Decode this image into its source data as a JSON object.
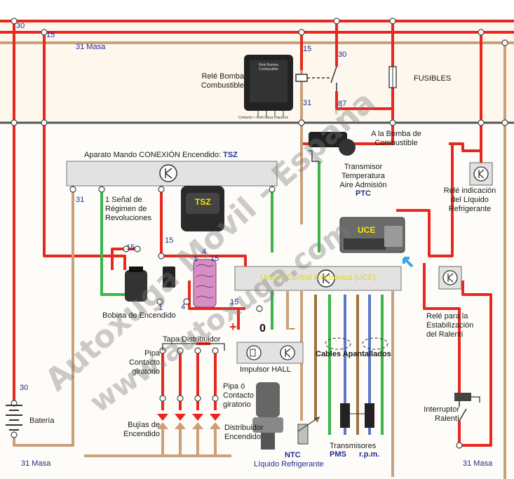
{
  "lines": {
    "l30_top": "30",
    "l15_top": "15",
    "masa_top": "31 Masa",
    "masa_bottom_left": "31 Masa",
    "masa_bottom_right": "31  Masa",
    "bat30": "30"
  },
  "relay_pump": {
    "label": "Relé Bomba\nCombustible",
    "t15": "15",
    "t31": "31",
    "t30": "30",
    "t87": "87",
    "box_text": "Relé Bomba Combustible",
    "pins": "Contacto +  Relé  Masa  Impulsos"
  },
  "fuses": "FUSIBLES",
  "pump": "A la Bomba de\nCombustible",
  "tsz": {
    "title": "Aparato Mando CONEXIÓN Encendido:",
    "name": "TSZ",
    "t31": "31",
    "signal": "1 Señal de\nRégimen de\nRevoluciones",
    "badge": "TSZ"
  },
  "ptc": {
    "label": "Transmisor\nTemperatura\nAire Admisión",
    "name": "PTC"
  },
  "relay_coolant": "Relé indicación\ndel Líquido\nRefrigerante",
  "uce": {
    "badge": "UCE",
    "bar_label": "Unidad Central Electrónica (UCE)"
  },
  "coil": {
    "label": "Bobina de Encendido",
    "t15a": "15",
    "t15b": "15",
    "t1a": "1",
    "t4a": "4",
    "t1b": "1",
    "t4b": "4",
    "t15c": "15"
  },
  "t15_uce": "15",
  "idle_relay": "Relé para la\nEstabilización\ndel Ralentí",
  "distributor": {
    "cap": "Tapa Distribuidor",
    "rotor": "Pipa\nContacto\ngiratorio",
    "rotor2": "Pipa ó\nContacto\ngiratorio",
    "plugs": "Bujías de\nEncendido",
    "dist": "Distribuidor\nEncendido"
  },
  "hall": {
    "plus": "+",
    "zero": "0",
    "minus": "–",
    "label": "Impulsor  HALL"
  },
  "shielded": "Cables Apantallados",
  "battery": "Batería",
  "ntc": {
    "name": "NTC",
    "label": "Líquido Refrigerante"
  },
  "sensors": {
    "label": "Transmisores",
    "pms": "PMS",
    "rpm": "r.p.m."
  },
  "idle_switch": "Interruptor\nRalentí",
  "watermark": {
    "a": "Autoxuga Movil - España",
    "b": "www.autoxuga.com"
  },
  "colors": {
    "red": "#e8281e",
    "tan": "#c9a07a",
    "green": "#39b54a",
    "blue": "#5b79c8",
    "brown": "#a0703c",
    "box": "#e2e2e2"
  }
}
